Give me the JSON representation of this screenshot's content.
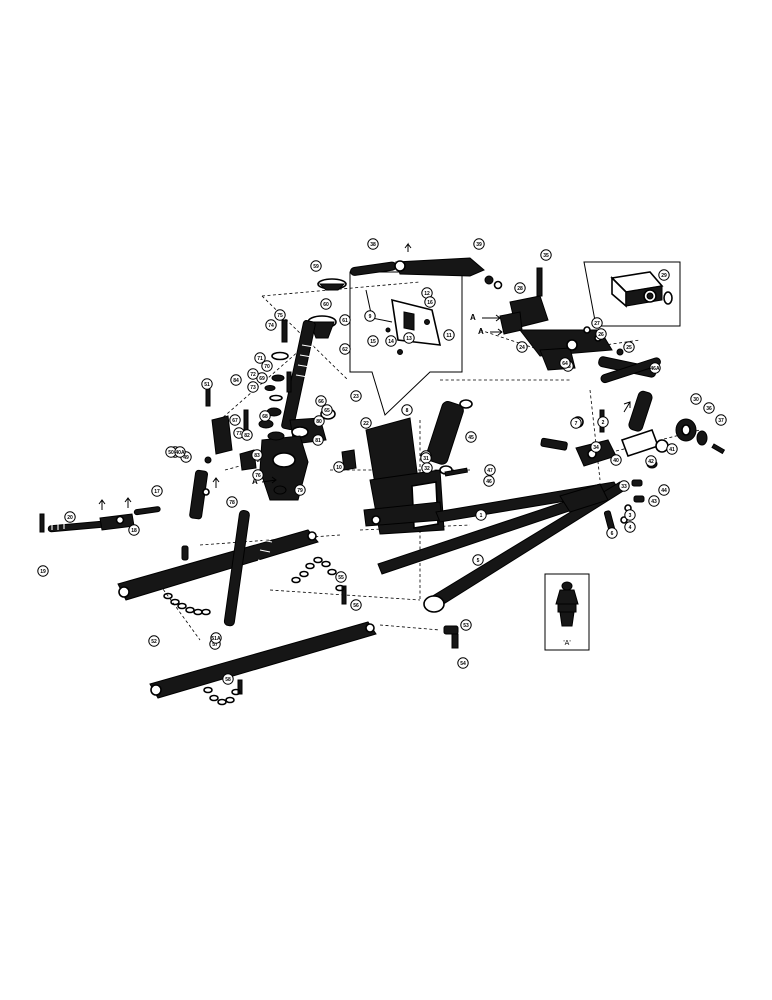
{
  "diagram": {
    "detail_caption": "'A'",
    "arrow_label": "A",
    "callouts": [
      "1",
      "2",
      "3",
      "4",
      "5",
      "6",
      "7",
      "8",
      "9",
      "10",
      "11",
      "12",
      "13",
      "14",
      "15",
      "16",
      "17",
      "18",
      "19",
      "20",
      "21",
      "22",
      "23",
      "24",
      "25",
      "26",
      "27",
      "28",
      "29",
      "30",
      "31",
      "32",
      "33",
      "34",
      "35",
      "36",
      "37",
      "38",
      "39",
      "40",
      "41",
      "42",
      "43",
      "44",
      "45",
      "46",
      "47",
      "48",
      "49",
      "50",
      "51",
      "52",
      "53",
      "54",
      "55",
      "56",
      "57",
      "58",
      "59",
      "60",
      "61",
      "62",
      "63",
      "64",
      "65",
      "66",
      "67",
      "68",
      "69",
      "70",
      "71",
      "72",
      "73",
      "74",
      "75",
      "76",
      "77",
      "78",
      "79",
      "80",
      "81",
      "82",
      "83",
      "84",
      "51A",
      "40A",
      "46A"
    ]
  }
}
